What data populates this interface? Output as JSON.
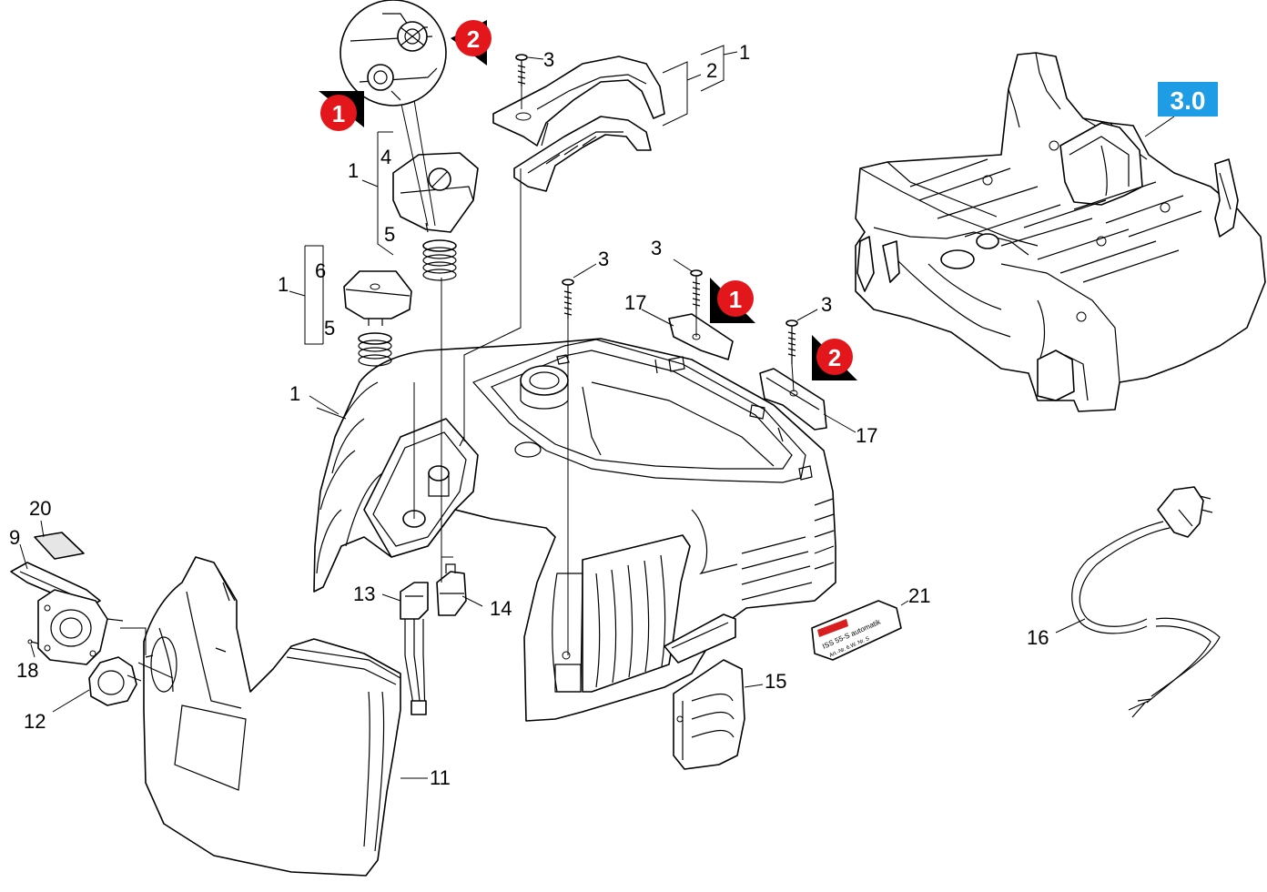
{
  "colors": {
    "marker_red": "#e3161b",
    "ref_box_blue": "#1e9de6",
    "line": "#000000",
    "brand_red": "#d81e1e"
  },
  "assembly_reference": "3.0",
  "markers": {
    "one": "1",
    "two": "2"
  },
  "callouts": {
    "c1": "1",
    "c2": "2",
    "c3": "3",
    "c4": "4",
    "c5": "5",
    "c6": "6",
    "c9": "9",
    "c11": "11",
    "c12": "12",
    "c13": "13",
    "c14": "14",
    "c15": "15",
    "c16": "16",
    "c17": "17",
    "c18": "18",
    "c20": "20",
    "c21": "21"
  },
  "type_plate": {
    "line1": "ISS 55-S automatik",
    "line2": "Art.-Nr. 6.W. Nr. S"
  }
}
